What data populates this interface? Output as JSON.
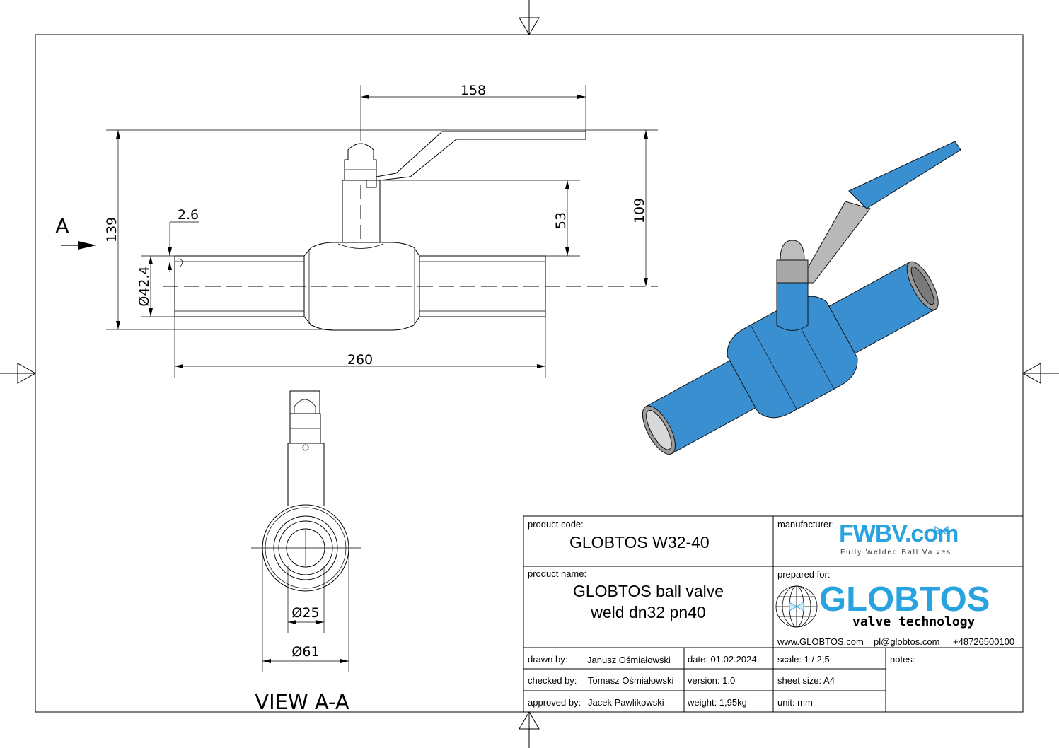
{
  "drawing": {
    "view_marker": "A",
    "dimensions": {
      "handle_length": "158",
      "overall_height": "139",
      "axis_height": "109",
      "stem_height": "53",
      "wall": "2.6",
      "pipe_dia": "Ø42.4",
      "length": "260",
      "bore_dia": "Ø25",
      "body_dia": "Ø61"
    },
    "view_label": "VIEW A-A",
    "colors": {
      "valve_blue": "#3a8fd0",
      "logo_blue": "#29a3e0"
    }
  },
  "title_block": {
    "product_code_label": "product code:",
    "product_code": "GLOBTOS W32-40",
    "manufacturer_label": "manufacturer:",
    "manufacturer_logo": "FWBV.com",
    "manufacturer_tagline": "Fully Welded Ball Valves",
    "product_name_label": "product name:",
    "product_name_line1": "GLOBTOS ball valve",
    "product_name_line2": "weld dn32 pn40",
    "prepared_for_label": "prepared for:",
    "client_logo": "GLOBTOS",
    "client_tagline": "valve technology",
    "client_web": "www.GLOBTOS.com",
    "client_email": "pl@globtos.com",
    "client_phone": "+48726500100",
    "drawn_by_label": "drawn by:",
    "drawn_by": "Janusz Ośmiałowski",
    "checked_by_label": "checked by:",
    "checked_by": "Tomasz Ośmiałowski",
    "approved_by_label": "approved by:",
    "approved_by": "Jacek Pawlikowski",
    "date": "date: 01.02.2024",
    "version": "version:  1.0",
    "weight": "weight:  1,95kg",
    "scale": "scale: 1 / 2,5",
    "sheet_size": "sheet size:  A4",
    "unit": "unit:  mm",
    "notes_label": "notes:"
  }
}
